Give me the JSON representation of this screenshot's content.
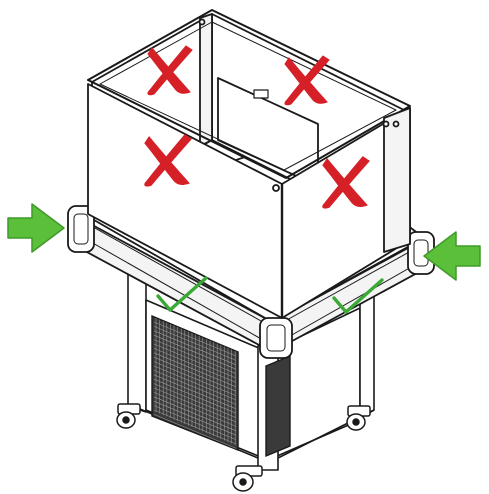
{
  "colors": {
    "outline": "#1a1a1a",
    "panel_fill": "#ffffff",
    "frame_fill": "#f4f4f4",
    "grille_fill": "#3a3a3a",
    "cross": "#d62027",
    "check": "#3aa935",
    "arrow": "#5cbf3a",
    "arrow_edge": "#3f9a2a"
  },
  "icons": {
    "cross": "x-mark-icon",
    "check": "check-mark-icon",
    "arrow": "push-arrow-icon"
  },
  "marks": {
    "crosses": 4,
    "checks": 2,
    "arrows": 2
  }
}
